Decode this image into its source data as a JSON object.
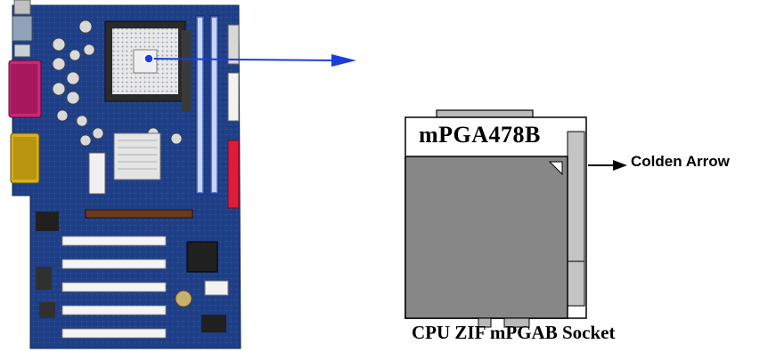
{
  "socket": {
    "name": "mPGA478B",
    "caption": "CPU ZIF mPGAB Socket"
  },
  "callout": {
    "label": "Colden Arrow"
  },
  "colors": {
    "pcb": "#1f3f86",
    "pcb_dark": "#0f2456",
    "pointer": "#1a3fd8",
    "socket_body": "#878787",
    "socket_lever": "#b9b9b9",
    "socket_outline": "#000000"
  }
}
